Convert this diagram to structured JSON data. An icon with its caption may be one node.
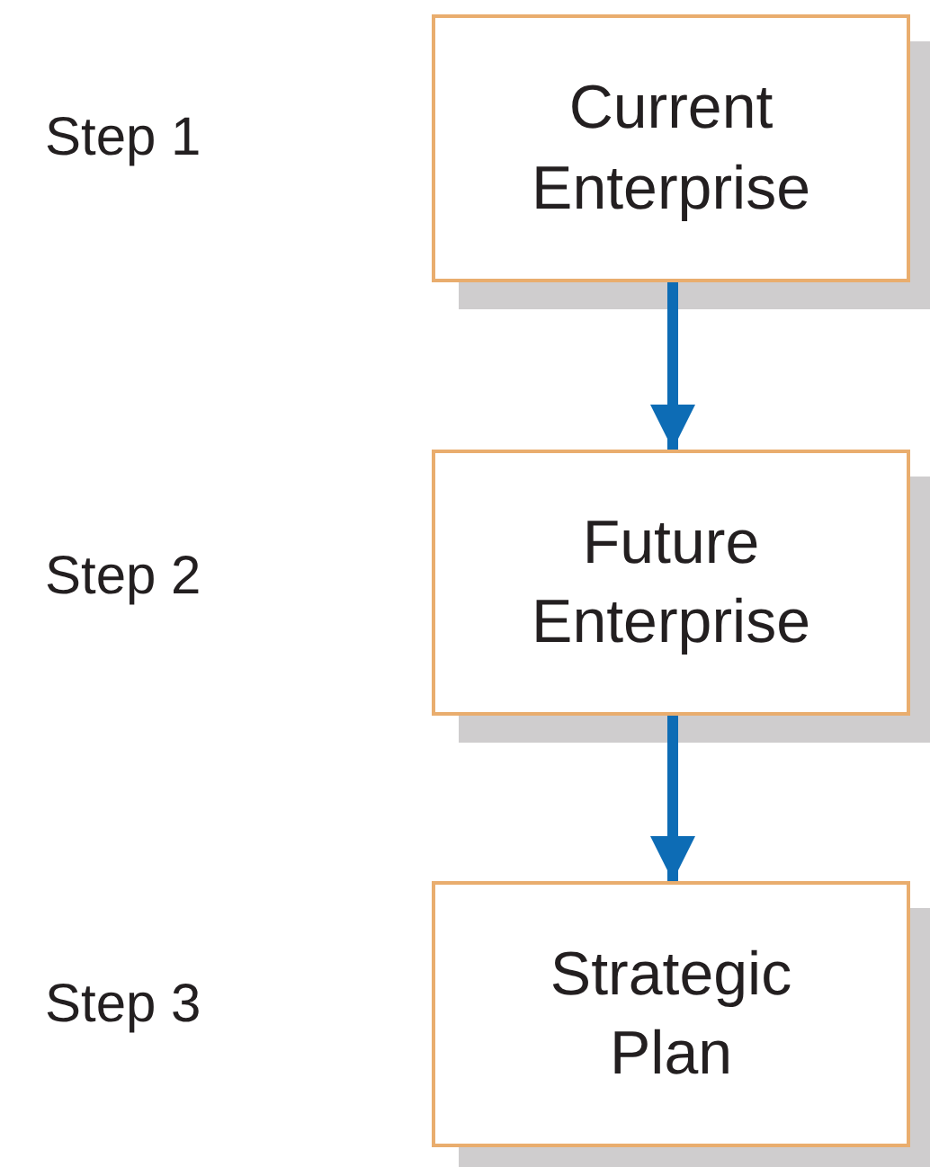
{
  "diagram": {
    "nodes": [
      {
        "text": [
          "Current Enterprise"
        ]
      },
      {
        "text": [
          "Future Enterprise"
        ]
      },
      {
        "text": [
          "Strategic Plan"
        ]
      }
    ],
    "edges": [
      {
        "from": 0,
        "to": 1,
        "arrow": "to"
      },
      {
        "from": 1,
        "to": 2,
        "arrow": "to"
      }
    ],
    "labels": [
      "Step 1",
      "Step 2",
      "Step 3"
    ]
  }
}
